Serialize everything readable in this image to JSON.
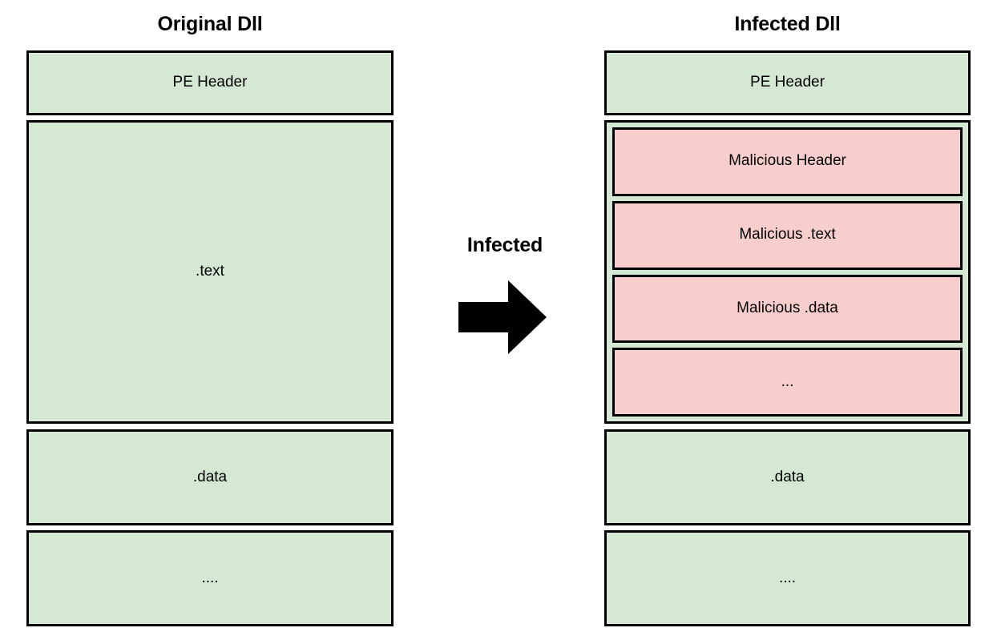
{
  "diagram": {
    "title_hidden": "",
    "colors": {
      "benign_fill": "#d5e8d4",
      "malicious_fill": "#f8cecc",
      "stroke": "#000000",
      "background": "#ffffff",
      "text": "#000000"
    },
    "transition": {
      "label": "Infected",
      "arrow_icon": "right-block-arrow-icon",
      "direction": "left-to-right"
    },
    "left_column": {
      "title": "Original Dll",
      "sections": [
        {
          "label": "PE Header",
          "kind": "benign"
        },
        {
          "label": ".text",
          "kind": "benign"
        },
        {
          "label": ".data",
          "kind": "benign"
        },
        {
          "label": "....",
          "kind": "benign"
        }
      ]
    },
    "right_column": {
      "title": "Infected Dll",
      "sections": [
        {
          "label": "PE Header",
          "kind": "benign"
        },
        {
          "label": "",
          "kind": "benign-container",
          "children": [
            {
              "label": "Malicious Header",
              "kind": "malicious"
            },
            {
              "label": "Malicious .text",
              "kind": "malicious"
            },
            {
              "label": "Malicious .data",
              "kind": "malicious"
            },
            {
              "label": "...",
              "kind": "malicious"
            }
          ]
        },
        {
          "label": ".data",
          "kind": "benign"
        },
        {
          "label": "....",
          "kind": "benign"
        }
      ]
    }
  }
}
